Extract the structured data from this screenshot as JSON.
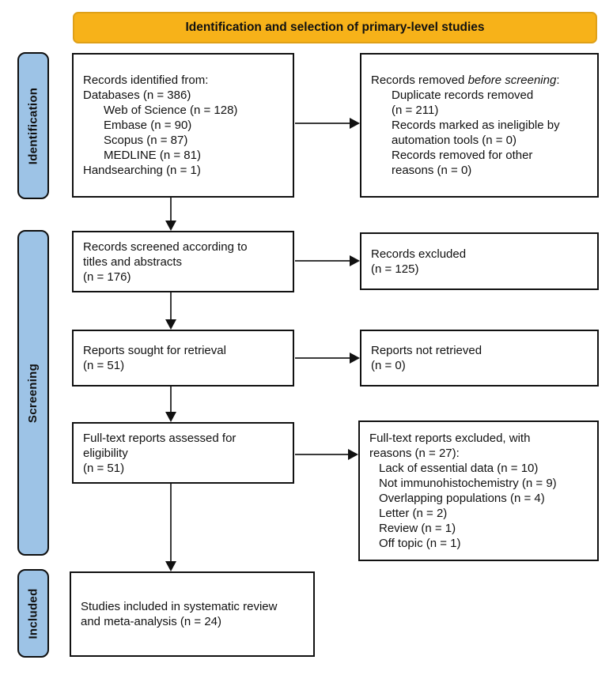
{
  "banner": {
    "title": "Identification and selection of primary-level studies"
  },
  "colors": {
    "banner_bg": "#F7B219",
    "banner_border": "#DFA018",
    "stage_bg": "#9DC3E6",
    "box_border": "#111111",
    "arrow": "#3a3a3a"
  },
  "sidebar": {
    "stages": [
      {
        "label": "Identification"
      },
      {
        "label": "Screening"
      },
      {
        "label": "Included"
      }
    ]
  },
  "boxes": {
    "records_identified": {
      "lines": [
        {
          "text": "Records identified from:",
          "indent": 0
        },
        {
          "text": "Databases (n = 386)",
          "indent": 0
        },
        {
          "text": "Web of Science (n = 128)",
          "indent": 1
        },
        {
          "text": "Embase (n = 90)",
          "indent": 1
        },
        {
          "text": "Scopus (n = 87)",
          "indent": 1
        },
        {
          "text": "MEDLINE (n = 81)",
          "indent": 1
        },
        {
          "text": "Handsearching (n = 1)",
          "indent": 0
        }
      ]
    },
    "records_removed": {
      "lines": [
        {
          "parts": [
            {
              "text": "Records removed "
            },
            {
              "text": "before screening",
              "italic": true
            },
            {
              "text": ":"
            }
          ],
          "indent": 0
        },
        {
          "text": "Duplicate records removed",
          "indent": 1
        },
        {
          "text": "(n = 211)",
          "indent": 1
        },
        {
          "text": "Records marked as ineligible by",
          "indent": 1
        },
        {
          "text": "automation tools (n = 0)",
          "indent": 1
        },
        {
          "text": "Records removed for other",
          "indent": 1
        },
        {
          "text": "reasons (n = 0)",
          "indent": 1
        }
      ]
    },
    "records_screened": {
      "lines": [
        {
          "text": "Records screened according to",
          "indent": 0
        },
        {
          "text": "titles and abstracts",
          "indent": 0
        },
        {
          "text": "(n = 176)",
          "indent": 0
        }
      ]
    },
    "records_excluded": {
      "lines": [
        {
          "text": "Records excluded",
          "indent": 0
        },
        {
          "text": "(n = 125)",
          "indent": 0
        }
      ]
    },
    "reports_sought": {
      "lines": [
        {
          "text": "Reports sought for retrieval",
          "indent": 0
        },
        {
          "text": "(n = 51)",
          "indent": 0
        }
      ]
    },
    "reports_not_retrieved": {
      "lines": [
        {
          "text": "Reports not retrieved",
          "indent": 0
        },
        {
          "text": "(n = 0)",
          "indent": 0
        }
      ]
    },
    "fulltext_assessed": {
      "lines": [
        {
          "text": "Full-text reports assessed for",
          "indent": 0
        },
        {
          "text": "eligibility",
          "indent": 0
        },
        {
          "text": "(n = 51)",
          "indent": 0
        }
      ]
    },
    "fulltext_excluded": {
      "lines": [
        {
          "text": "Full-text reports excluded, with",
          "indent": 0
        },
        {
          "text": "reasons (n = 27):",
          "indent": 0
        },
        {
          "text": "Lack of essential data (n = 10)",
          "indent": 1
        },
        {
          "text": "Not immunohistochemistry (n = 9)",
          "indent": 1
        },
        {
          "text": "Overlapping populations (n = 4)",
          "indent": 1
        },
        {
          "text": "Letter (n = 2)",
          "indent": 1
        },
        {
          "text": "Review (n = 1)",
          "indent": 1
        },
        {
          "text": "Off topic (n = 1)",
          "indent": 1
        }
      ]
    },
    "studies_included": {
      "lines": [
        {
          "text": "Studies included in systematic review",
          "indent": 0
        },
        {
          "text": "and meta-analysis (n = 24)",
          "indent": 0
        }
      ]
    }
  }
}
